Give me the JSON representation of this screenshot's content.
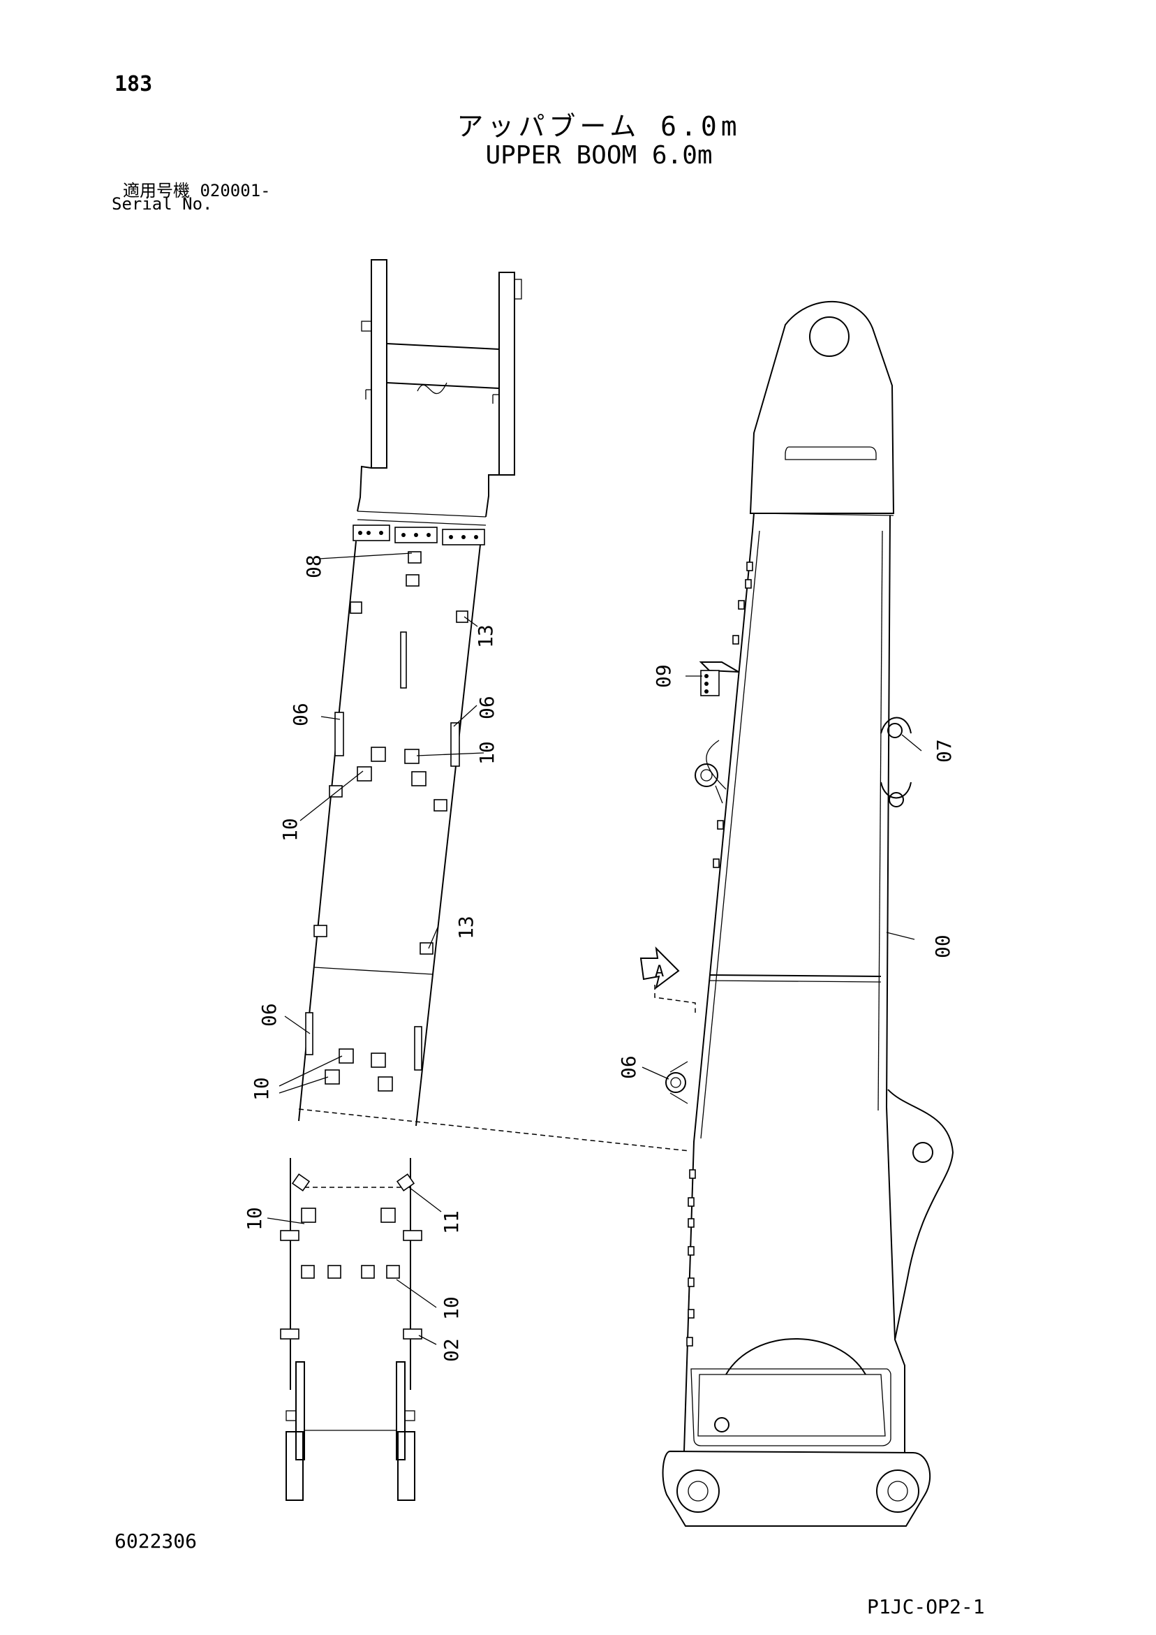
{
  "page_number": "183",
  "title": {
    "japanese": "アッパブーム 6.0m",
    "english": "UPPER BOOM 6.0m"
  },
  "serial": {
    "label_jp": "適用号機",
    "value": "020001-",
    "label_en": "Serial No."
  },
  "callouts": [
    "08",
    "13",
    "06",
    "06",
    "10",
    "10",
    "13",
    "06",
    "10",
    "10",
    "11",
    "10",
    "02",
    "09",
    "07",
    "00",
    "06"
  ],
  "view_marker": "A",
  "drawing_number": "6022306",
  "page_code": "P1JC-OP2-1"
}
